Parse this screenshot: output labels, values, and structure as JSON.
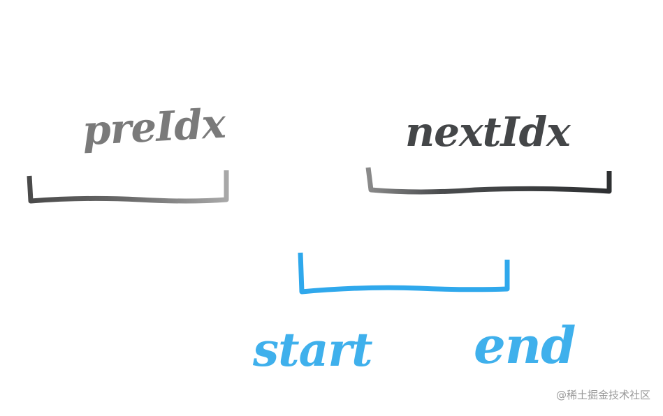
{
  "diagram": {
    "labels": {
      "pre_idx": "preIdx",
      "next_idx": "nextIdx",
      "start": "start",
      "end": "end"
    },
    "brackets": [
      {
        "name": "preIdx-range",
        "color": "#6e6e6e"
      },
      {
        "name": "nextIdx-range",
        "color": "#3f4144"
      },
      {
        "name": "start-end-range",
        "color": "#2fa8ec"
      }
    ],
    "colors": {
      "gray_ink": "#7a7a7a",
      "dark_ink": "#444648",
      "blue_ink": "#3fb0ec",
      "background": "#ffffff"
    }
  },
  "watermark": "@稀土掘金技术社区"
}
